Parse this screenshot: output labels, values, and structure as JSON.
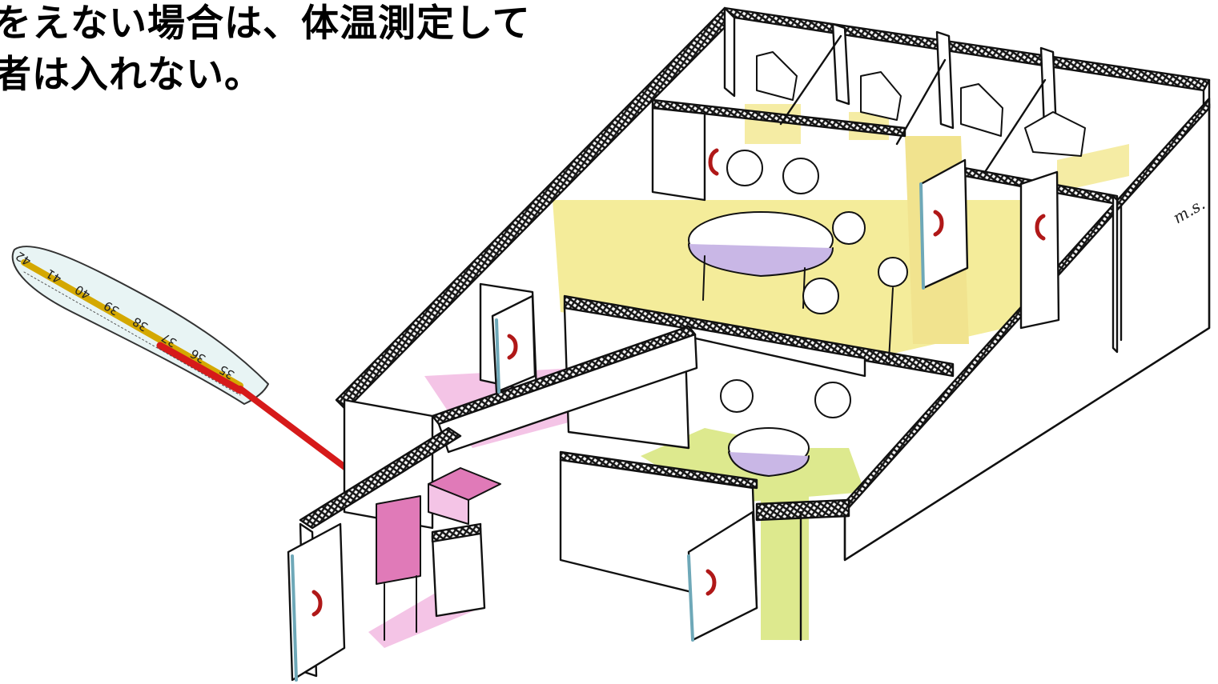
{
  "caption": {
    "line1": "をえない場合は、体温測定して",
    "line2": "者は入れない。"
  },
  "thermometer": {
    "scale_labels": [
      "42",
      "41",
      "40",
      "39",
      "38",
      "37",
      "36",
      "35"
    ]
  },
  "signature": "m.s."
}
